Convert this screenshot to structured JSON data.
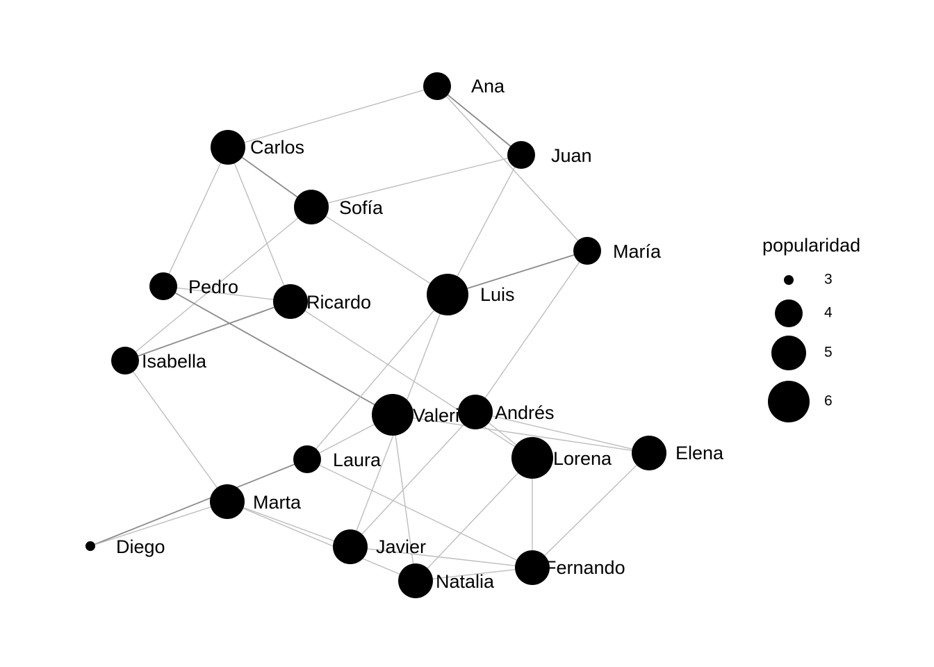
{
  "legend": {
    "title": "popularidad",
    "entries": [
      {
        "value": 3,
        "label": "3"
      },
      {
        "value": 4,
        "label": "4"
      },
      {
        "value": 5,
        "label": "5"
      },
      {
        "value": 6,
        "label": "6"
      }
    ]
  },
  "nodes": [
    {
      "id": "ana",
      "label": "Ana",
      "popularidad": 4
    },
    {
      "id": "carlos",
      "label": "Carlos",
      "popularidad": 5
    },
    {
      "id": "juan",
      "label": "Juan",
      "popularidad": 4
    },
    {
      "id": "sofia",
      "label": "Sofía",
      "popularidad": 5
    },
    {
      "id": "maria",
      "label": "María",
      "popularidad": 4
    },
    {
      "id": "pedro",
      "label": "Pedro",
      "popularidad": 4
    },
    {
      "id": "ricardo",
      "label": "Ricardo",
      "popularidad": 5
    },
    {
      "id": "luis",
      "label": "Luis",
      "popularidad": 6
    },
    {
      "id": "isabella",
      "label": "Isabella",
      "popularidad": 4
    },
    {
      "id": "valeria",
      "label": "Valeria",
      "popularidad": 6
    },
    {
      "id": "andres",
      "label": "Andrés",
      "popularidad": 5
    },
    {
      "id": "laura",
      "label": "Laura",
      "popularidad": 4
    },
    {
      "id": "lorena",
      "label": "Lorena",
      "popularidad": 6
    },
    {
      "id": "elena",
      "label": "Elena",
      "popularidad": 5
    },
    {
      "id": "marta",
      "label": "Marta",
      "popularidad": 5
    },
    {
      "id": "diego",
      "label": "Diego",
      "popularidad": 3
    },
    {
      "id": "javier",
      "label": "Javier",
      "popularidad": 5
    },
    {
      "id": "fernando",
      "label": "Fernando",
      "popularidad": 5
    },
    {
      "id": "natalia",
      "label": "Natalia",
      "popularidad": 5
    }
  ],
  "edges": [
    {
      "from": "carlos",
      "to": "ana",
      "weight": 1
    },
    {
      "from": "ana",
      "to": "juan",
      "weight": 2
    },
    {
      "from": "ana",
      "to": "maria",
      "weight": 1
    },
    {
      "from": "carlos",
      "to": "sofia",
      "weight": 2
    },
    {
      "from": "carlos",
      "to": "pedro",
      "weight": 1
    },
    {
      "from": "carlos",
      "to": "ricardo",
      "weight": 1
    },
    {
      "from": "sofia",
      "to": "juan",
      "weight": 1
    },
    {
      "from": "juan",
      "to": "luis",
      "weight": 1
    },
    {
      "from": "sofia",
      "to": "luis",
      "weight": 1
    },
    {
      "from": "sofia",
      "to": "isabella",
      "weight": 1
    },
    {
      "from": "luis",
      "to": "maria",
      "weight": 2
    },
    {
      "from": "pedro",
      "to": "ricardo",
      "weight": 1
    },
    {
      "from": "pedro",
      "to": "valeria",
      "weight": 2
    },
    {
      "from": "isabella",
      "to": "ricardo",
      "weight": 2
    },
    {
      "from": "ricardo",
      "to": "lorena",
      "weight": 1
    },
    {
      "from": "isabella",
      "to": "marta",
      "weight": 1
    },
    {
      "from": "luis",
      "to": "laura",
      "weight": 1
    },
    {
      "from": "luis",
      "to": "javier",
      "weight": 1
    },
    {
      "from": "maria",
      "to": "andres",
      "weight": 1
    },
    {
      "from": "valeria",
      "to": "elena",
      "weight": 1
    },
    {
      "from": "valeria",
      "to": "laura",
      "weight": 1
    },
    {
      "from": "valeria",
      "to": "natalia",
      "weight": 1
    },
    {
      "from": "andres",
      "to": "elena",
      "weight": 1
    },
    {
      "from": "andres",
      "to": "javier",
      "weight": 1
    },
    {
      "from": "andres",
      "to": "lorena",
      "weight": 1
    },
    {
      "from": "laura",
      "to": "diego",
      "weight": 2
    },
    {
      "from": "laura",
      "to": "fernando",
      "weight": 1
    },
    {
      "from": "lorena",
      "to": "fernando",
      "weight": 1
    },
    {
      "from": "lorena",
      "to": "natalia",
      "weight": 1
    },
    {
      "from": "elena",
      "to": "fernando",
      "weight": 1
    },
    {
      "from": "marta",
      "to": "diego",
      "weight": 1
    },
    {
      "from": "marta",
      "to": "javier",
      "weight": 1
    },
    {
      "from": "marta",
      "to": "natalia",
      "weight": 1
    },
    {
      "from": "javier",
      "to": "fernando",
      "weight": 1
    },
    {
      "from": "natalia",
      "to": "fernando",
      "weight": 1
    }
  ]
}
